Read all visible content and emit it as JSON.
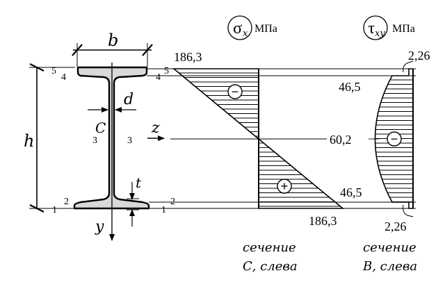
{
  "beam": {
    "dim_b": "b",
    "dim_d": "d",
    "dim_h": "h",
    "dim_t": "t",
    "centroid": "C",
    "axis_z": "z",
    "axis_y": "y",
    "pt_5": "5",
    "pt_4": "4",
    "pt_3": "3",
    "pt_2": "2",
    "pt_1": "1"
  },
  "sigma_plot": {
    "symbol": "σ",
    "subscript": "x",
    "unit": "МПа",
    "top_value": "186,3",
    "bottom_value": "186,3",
    "top_sign": "−",
    "bottom_sign": "+",
    "caption_line1": "сечение",
    "caption_line2": "С, слева"
  },
  "tau_plot": {
    "symbol": "τ",
    "subscript": "xy",
    "unit": "МПа",
    "edge_top_value": "2,26",
    "upper_value": "46,5",
    "mid_value": "60,2",
    "lower_value": "46,5",
    "edge_bottom_value": "2,26",
    "sign": "−",
    "caption_line1": "сечение",
    "caption_line2": "В, слева"
  }
}
